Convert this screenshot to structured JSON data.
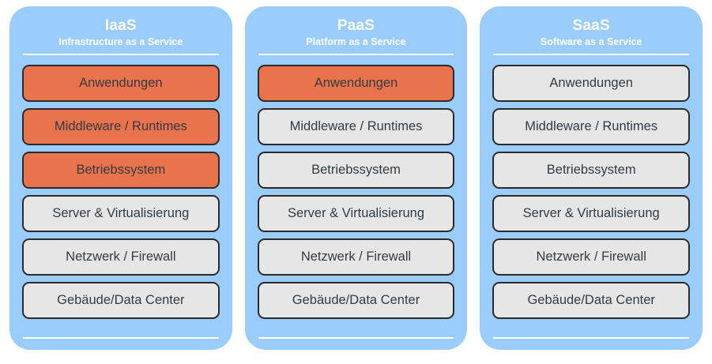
{
  "diagram": {
    "type": "cloud-service-model-responsibility-stack",
    "background_color": "#FFFFFF",
    "panel_color": "#9BCDFC",
    "highlight_color": "#E8734D",
    "neutral_color": "#E6E6E6",
    "border_color": "#2B2B2B",
    "header_text_color": "#FFFFFF",
    "layer_text_color": "#343C42",
    "layer_names": [
      "Anwendungen",
      "Middleware / Runtimes",
      "Betriebssystem",
      "Server & Virtualisierung",
      "Netzwerk / Firewall",
      "Gebäude/Data Center"
    ],
    "columns": [
      {
        "id": "iaas",
        "title": "IaaS",
        "subtitle": "Infrastructure as a Service",
        "layers": [
          {
            "label": "Anwendungen",
            "tone": "highlight"
          },
          {
            "label": "Middleware / Runtimes",
            "tone": "highlight"
          },
          {
            "label": "Betriebssystem",
            "tone": "highlight"
          },
          {
            "label": "Server & Virtualisierung",
            "tone": "neutral"
          },
          {
            "label": "Netzwerk / Firewall",
            "tone": "neutral"
          },
          {
            "label": "Gebäude/Data Center",
            "tone": "neutral"
          }
        ]
      },
      {
        "id": "paas",
        "title": "PaaS",
        "subtitle": "Platform as a Service",
        "layers": [
          {
            "label": "Anwendungen",
            "tone": "highlight"
          },
          {
            "label": "Middleware / Runtimes",
            "tone": "neutral"
          },
          {
            "label": "Betriebssystem",
            "tone": "neutral"
          },
          {
            "label": "Server & Virtualisierung",
            "tone": "neutral"
          },
          {
            "label": "Netzwerk / Firewall",
            "tone": "neutral"
          },
          {
            "label": "Gebäude/Data Center",
            "tone": "neutral"
          }
        ]
      },
      {
        "id": "saas",
        "title": "SaaS",
        "subtitle": "Software as a Service",
        "layers": [
          {
            "label": "Anwendungen",
            "tone": "neutral"
          },
          {
            "label": "Middleware / Runtimes",
            "tone": "neutral"
          },
          {
            "label": "Betriebssystem",
            "tone": "neutral"
          },
          {
            "label": "Server & Virtualisierung",
            "tone": "neutral"
          },
          {
            "label": "Netzwerk / Firewall",
            "tone": "neutral"
          },
          {
            "label": "Gebäude/Data Center",
            "tone": "neutral"
          }
        ]
      }
    ]
  }
}
